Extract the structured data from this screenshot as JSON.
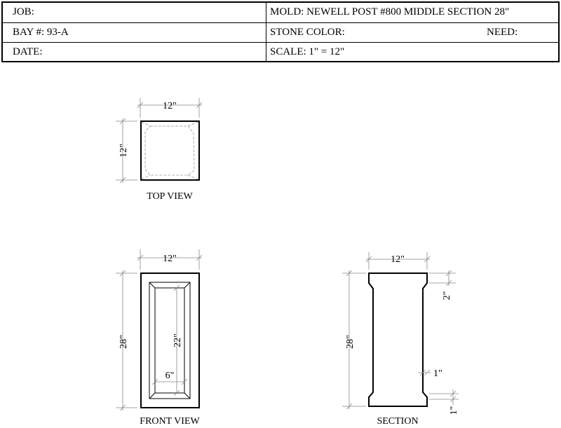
{
  "title_block": {
    "job": "JOB:",
    "mold": "MOLD: NEWELL POST #800 MIDDLE SECTION 28\"",
    "bay": "BAY #: 93-A",
    "stone_color": "STONE COLOR:",
    "need": "NEED:",
    "date": "DATE:",
    "scale": "SCALE:  1\" = 12\""
  },
  "views": {
    "top": {
      "title": "TOP VIEW",
      "width": "12\"",
      "depth": "12\""
    },
    "front": {
      "title": "FRONT VIEW",
      "width": "12\"",
      "height": "28\"",
      "panel_height": "22\"",
      "panel_width": "6\""
    },
    "section": {
      "title": "SECTION",
      "width": "12\"",
      "height": "28\"",
      "top_notch": "2\"",
      "bottom_inset": "1\"",
      "bottom_notch": "1\""
    }
  }
}
